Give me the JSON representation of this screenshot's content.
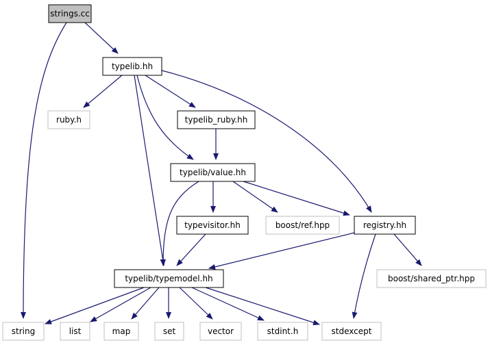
{
  "colors": {
    "edge": "#191970",
    "node_border": "#000000",
    "node_external_border": "#bfbfbf",
    "node_current_fill": "#bfbfbf",
    "node_fill": "#ffffff",
    "text": "#000000"
  },
  "nodes": [
    {
      "id": "strings_cc",
      "label": "strings.cc",
      "kind": "current"
    },
    {
      "id": "typelib_hh",
      "label": "typelib.hh",
      "kind": "internal"
    },
    {
      "id": "ruby_h",
      "label": "ruby.h",
      "kind": "external"
    },
    {
      "id": "typelib_ruby_hh",
      "label": "typelib_ruby.hh",
      "kind": "internal"
    },
    {
      "id": "value_hh",
      "label": "typelib/value.hh",
      "kind": "internal"
    },
    {
      "id": "typevisitor_hh",
      "label": "typevisitor.hh",
      "kind": "internal"
    },
    {
      "id": "boost_ref",
      "label": "boost/ref.hpp",
      "kind": "external"
    },
    {
      "id": "registry_hh",
      "label": "registry.hh",
      "kind": "internal"
    },
    {
      "id": "boost_shared_ptr",
      "label": "boost/shared_ptr.hpp",
      "kind": "external"
    },
    {
      "id": "typemodel_hh",
      "label": "typelib/typemodel.hh",
      "kind": "internal"
    },
    {
      "id": "string",
      "label": "string",
      "kind": "external"
    },
    {
      "id": "list",
      "label": "list",
      "kind": "external"
    },
    {
      "id": "map",
      "label": "map",
      "kind": "external"
    },
    {
      "id": "set",
      "label": "set",
      "kind": "external"
    },
    {
      "id": "vector",
      "label": "vector",
      "kind": "external"
    },
    {
      "id": "stdint_h",
      "label": "stdint.h",
      "kind": "external"
    },
    {
      "id": "stdexcept",
      "label": "stdexcept",
      "kind": "external"
    }
  ],
  "edges": [
    {
      "from": "strings_cc",
      "to": "typelib_hh"
    },
    {
      "from": "strings_cc",
      "to": "string"
    },
    {
      "from": "typelib_hh",
      "to": "ruby_h"
    },
    {
      "from": "typelib_hh",
      "to": "typelib_ruby_hh"
    },
    {
      "from": "typelib_hh",
      "to": "value_hh"
    },
    {
      "from": "typelib_hh",
      "to": "registry_hh"
    },
    {
      "from": "typelib_hh",
      "to": "typemodel_hh"
    },
    {
      "from": "typelib_ruby_hh",
      "to": "value_hh"
    },
    {
      "from": "value_hh",
      "to": "typevisitor_hh"
    },
    {
      "from": "value_hh",
      "to": "boost_ref"
    },
    {
      "from": "value_hh",
      "to": "registry_hh"
    },
    {
      "from": "value_hh",
      "to": "typemodel_hh"
    },
    {
      "from": "typevisitor_hh",
      "to": "typemodel_hh"
    },
    {
      "from": "registry_hh",
      "to": "typemodel_hh"
    },
    {
      "from": "registry_hh",
      "to": "boost_shared_ptr"
    },
    {
      "from": "registry_hh",
      "to": "stdexcept"
    },
    {
      "from": "typemodel_hh",
      "to": "string"
    },
    {
      "from": "typemodel_hh",
      "to": "list"
    },
    {
      "from": "typemodel_hh",
      "to": "map"
    },
    {
      "from": "typemodel_hh",
      "to": "set"
    },
    {
      "from": "typemodel_hh",
      "to": "vector"
    },
    {
      "from": "typemodel_hh",
      "to": "stdint_h"
    },
    {
      "from": "typemodel_hh",
      "to": "stdexcept"
    }
  ]
}
